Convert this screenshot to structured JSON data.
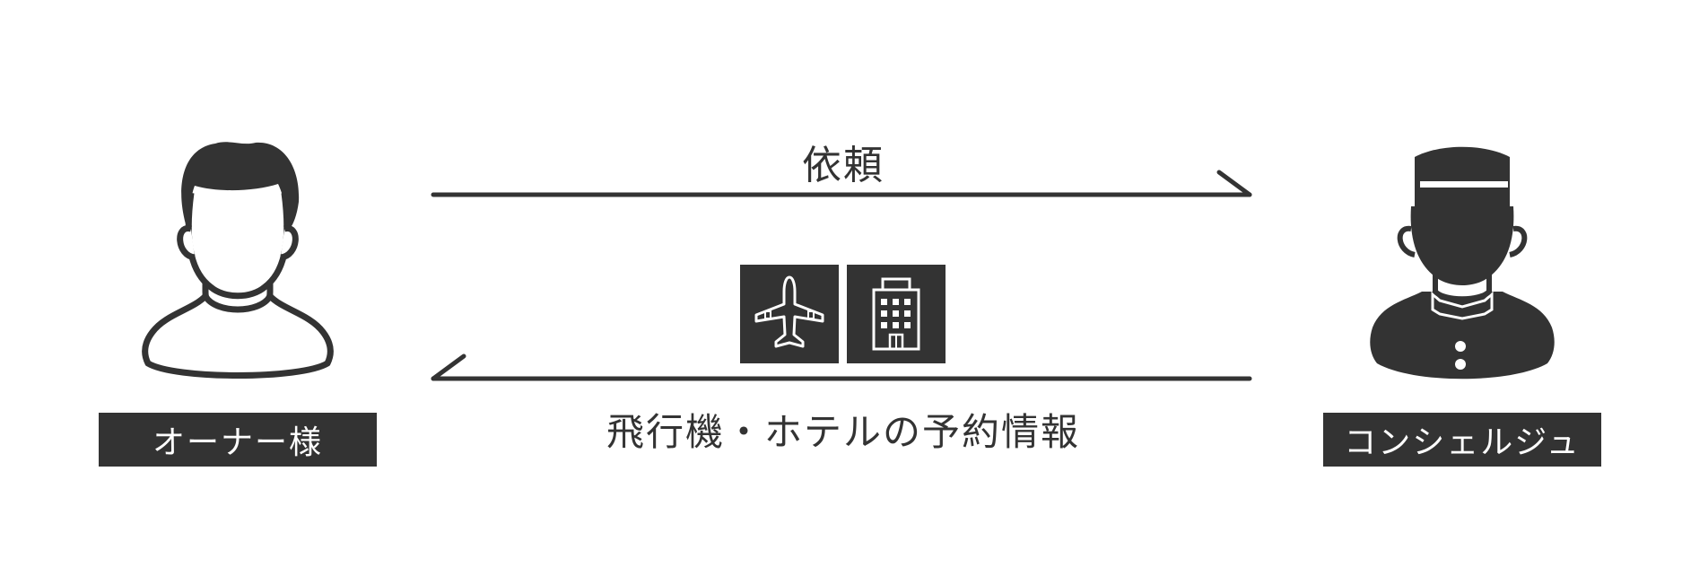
{
  "participants": {
    "owner": {
      "label": "オーナー様",
      "icon": "person-icon"
    },
    "concierge": {
      "label": "コンシェルジュ",
      "icon": "concierge-icon"
    }
  },
  "arrows": {
    "request": {
      "label": "依頼",
      "direction": "owner-to-concierge"
    },
    "response": {
      "label": "飛行機・ホテルの予約情報",
      "direction": "concierge-to-owner",
      "icons": [
        "airplane-icon",
        "hotel-building-icon"
      ]
    }
  },
  "colors": {
    "primary": "#333333",
    "background": "#ffffff",
    "label_text": "#ffffff"
  }
}
